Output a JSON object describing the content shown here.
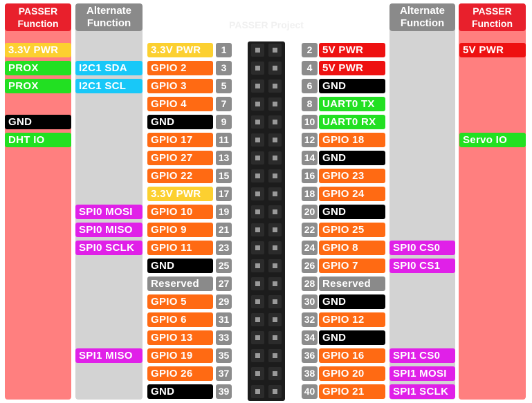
{
  "headers": {
    "left_passer": "PASSER\nFunction",
    "left_alt": "Alternate\nFunction",
    "right_alt": "Alternate\nFunction",
    "right_passer": "PASSER\nFunction"
  },
  "watermark": "PASSER Project",
  "colors": {
    "passer_column": "#ff7f7f",
    "alt_column": "#d3d3d3",
    "power33": "#fcd030",
    "power5": "#ee1111",
    "gpio": "#ff6a13",
    "ground": "#000000",
    "reserved": "#8a8a8a",
    "uart": "#22e022",
    "spi": "#e020e8",
    "i2c": "#18c8f8",
    "passer_green": "#22e022"
  },
  "rows": [
    {
      "left_passer": {
        "text": "3.3V PWR",
        "type": "power33"
      },
      "left_alt": null,
      "left_label": {
        "text": "3.3V PWR",
        "type": "power33"
      },
      "left_pin": "1",
      "right_pin": "2",
      "right_label": {
        "text": "5V PWR",
        "type": "power5"
      },
      "right_alt": null,
      "right_passer": {
        "text": "5V PWR",
        "type": "power5"
      }
    },
    {
      "left_passer": {
        "text": "PROX",
        "type": "passer_green"
      },
      "left_alt": {
        "text": "I2C1 SDA",
        "type": "i2c"
      },
      "left_label": {
        "text": "GPIO 2",
        "type": "gpio"
      },
      "left_pin": "3",
      "right_pin": "4",
      "right_label": {
        "text": "5V PWR",
        "type": "power5"
      },
      "right_alt": null,
      "right_passer": null
    },
    {
      "left_passer": {
        "text": "PROX",
        "type": "passer_green"
      },
      "left_alt": {
        "text": "I2C1 SCL",
        "type": "i2c"
      },
      "left_label": {
        "text": "GPIO 3",
        "type": "gpio"
      },
      "left_pin": "5",
      "right_pin": "6",
      "right_label": {
        "text": "GND",
        "type": "ground"
      },
      "right_alt": null,
      "right_passer": null
    },
    {
      "left_passer": null,
      "left_alt": null,
      "left_label": {
        "text": "GPIO 4",
        "type": "gpio"
      },
      "left_pin": "7",
      "right_pin": "8",
      "right_label": {
        "text": "UART0 TX",
        "type": "uart"
      },
      "right_alt": null,
      "right_passer": null
    },
    {
      "left_passer": {
        "text": "GND",
        "type": "ground"
      },
      "left_alt": null,
      "left_label": {
        "text": "GND",
        "type": "ground"
      },
      "left_pin": "9",
      "right_pin": "10",
      "right_label": {
        "text": "UART0 RX",
        "type": "uart"
      },
      "right_alt": null,
      "right_passer": null
    },
    {
      "left_passer": {
        "text": "DHT IO",
        "type": "passer_green"
      },
      "left_alt": null,
      "left_label": {
        "text": "GPIO 17",
        "type": "gpio"
      },
      "left_pin": "11",
      "right_pin": "12",
      "right_label": {
        "text": "GPIO 18",
        "type": "gpio"
      },
      "right_alt": null,
      "right_passer": {
        "text": "Servo IO",
        "type": "passer_green"
      }
    },
    {
      "left_passer": null,
      "left_alt": null,
      "left_label": {
        "text": "GPIO 27",
        "type": "gpio"
      },
      "left_pin": "13",
      "right_pin": "14",
      "right_label": {
        "text": "GND",
        "type": "ground"
      },
      "right_alt": null,
      "right_passer": null
    },
    {
      "left_passer": null,
      "left_alt": null,
      "left_label": {
        "text": "GPIO 22",
        "type": "gpio"
      },
      "left_pin": "15",
      "right_pin": "16",
      "right_label": {
        "text": "GPIO 23",
        "type": "gpio"
      },
      "right_alt": null,
      "right_passer": null
    },
    {
      "left_passer": null,
      "left_alt": null,
      "left_label": {
        "text": "3.3V PWR",
        "type": "power33"
      },
      "left_pin": "17",
      "right_pin": "18",
      "right_label": {
        "text": "GPIO 24",
        "type": "gpio"
      },
      "right_alt": null,
      "right_passer": null
    },
    {
      "left_passer": null,
      "left_alt": {
        "text": "SPI0 MOSI",
        "type": "spi"
      },
      "left_label": {
        "text": "GPIO 10",
        "type": "gpio"
      },
      "left_pin": "19",
      "right_pin": "20",
      "right_label": {
        "text": "GND",
        "type": "ground"
      },
      "right_alt": null,
      "right_passer": null
    },
    {
      "left_passer": null,
      "left_alt": {
        "text": "SPI0 MISO",
        "type": "spi"
      },
      "left_label": {
        "text": "GPIO 9",
        "type": "gpio"
      },
      "left_pin": "21",
      "right_pin": "22",
      "right_label": {
        "text": "GPIO 25",
        "type": "gpio"
      },
      "right_alt": null,
      "right_passer": null
    },
    {
      "left_passer": null,
      "left_alt": {
        "text": "SPI0 SCLK",
        "type": "spi"
      },
      "left_label": {
        "text": "GPIO 11",
        "type": "gpio"
      },
      "left_pin": "23",
      "right_pin": "24",
      "right_label": {
        "text": "GPIO 8",
        "type": "gpio"
      },
      "right_alt": {
        "text": "SPI0 CS0",
        "type": "spi"
      },
      "right_passer": null
    },
    {
      "left_passer": null,
      "left_alt": null,
      "left_label": {
        "text": "GND",
        "type": "ground"
      },
      "left_pin": "25",
      "right_pin": "26",
      "right_label": {
        "text": "GPIO 7",
        "type": "gpio"
      },
      "right_alt": {
        "text": "SPI0 CS1",
        "type": "spi"
      },
      "right_passer": null
    },
    {
      "left_passer": null,
      "left_alt": null,
      "left_label": {
        "text": "Reserved",
        "type": "reserved"
      },
      "left_pin": "27",
      "right_pin": "28",
      "right_label": {
        "text": "Reserved",
        "type": "reserved"
      },
      "right_alt": null,
      "right_passer": null
    },
    {
      "left_passer": null,
      "left_alt": null,
      "left_label": {
        "text": "GPIO 5",
        "type": "gpio"
      },
      "left_pin": "29",
      "right_pin": "30",
      "right_label": {
        "text": "GND",
        "type": "ground"
      },
      "right_alt": null,
      "right_passer": null
    },
    {
      "left_passer": null,
      "left_alt": null,
      "left_label": {
        "text": "GPIO 6",
        "type": "gpio"
      },
      "left_pin": "31",
      "right_pin": "32",
      "right_label": {
        "text": "GPIO 12",
        "type": "gpio"
      },
      "right_alt": null,
      "right_passer": null
    },
    {
      "left_passer": null,
      "left_alt": null,
      "left_label": {
        "text": "GPIO 13",
        "type": "gpio"
      },
      "left_pin": "33",
      "right_pin": "34",
      "right_label": {
        "text": "GND",
        "type": "ground"
      },
      "right_alt": null,
      "right_passer": null
    },
    {
      "left_passer": null,
      "left_alt": {
        "text": "SPI1 MISO",
        "type": "spi"
      },
      "left_label": {
        "text": "GPIO 19",
        "type": "gpio"
      },
      "left_pin": "35",
      "right_pin": "36",
      "right_label": {
        "text": "GPIO 16",
        "type": "gpio"
      },
      "right_alt": {
        "text": "SPI1 CS0",
        "type": "spi"
      },
      "right_passer": null
    },
    {
      "left_passer": null,
      "left_alt": null,
      "left_label": {
        "text": "GPIO 26",
        "type": "gpio"
      },
      "left_pin": "37",
      "right_pin": "38",
      "right_label": {
        "text": "GPIO 20",
        "type": "gpio"
      },
      "right_alt": {
        "text": "SPI1 MOSI",
        "type": "spi"
      },
      "right_passer": null
    },
    {
      "left_passer": null,
      "left_alt": null,
      "left_label": {
        "text": "GND",
        "type": "ground"
      },
      "left_pin": "39",
      "right_pin": "40",
      "right_label": {
        "text": "GPIO 21",
        "type": "gpio"
      },
      "right_alt": {
        "text": "SPI1 SCLK",
        "type": "spi"
      },
      "right_passer": null
    }
  ]
}
